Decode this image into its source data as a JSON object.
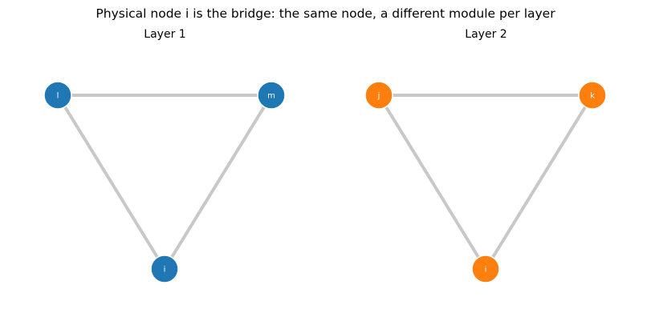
{
  "figure": {
    "title": "Physical node i is the bridge: the same node, a different module per layer"
  },
  "layers": [
    {
      "name": "Layer 1",
      "color": "#1f77b4",
      "nodes": [
        "l",
        "m",
        "i"
      ],
      "edges": [
        [
          "l",
          "m"
        ],
        [
          "l",
          "i"
        ],
        [
          "m",
          "i"
        ]
      ]
    },
    {
      "name": "Layer 2",
      "color": "#ff7f0e",
      "nodes": [
        "j",
        "k",
        "i"
      ],
      "edges": [
        [
          "j",
          "k"
        ],
        [
          "j",
          "i"
        ],
        [
          "k",
          "i"
        ]
      ]
    }
  ],
  "colors": {
    "edge": "#c8c8c8",
    "node_label": "#ffffff",
    "background": "#ffffff"
  }
}
